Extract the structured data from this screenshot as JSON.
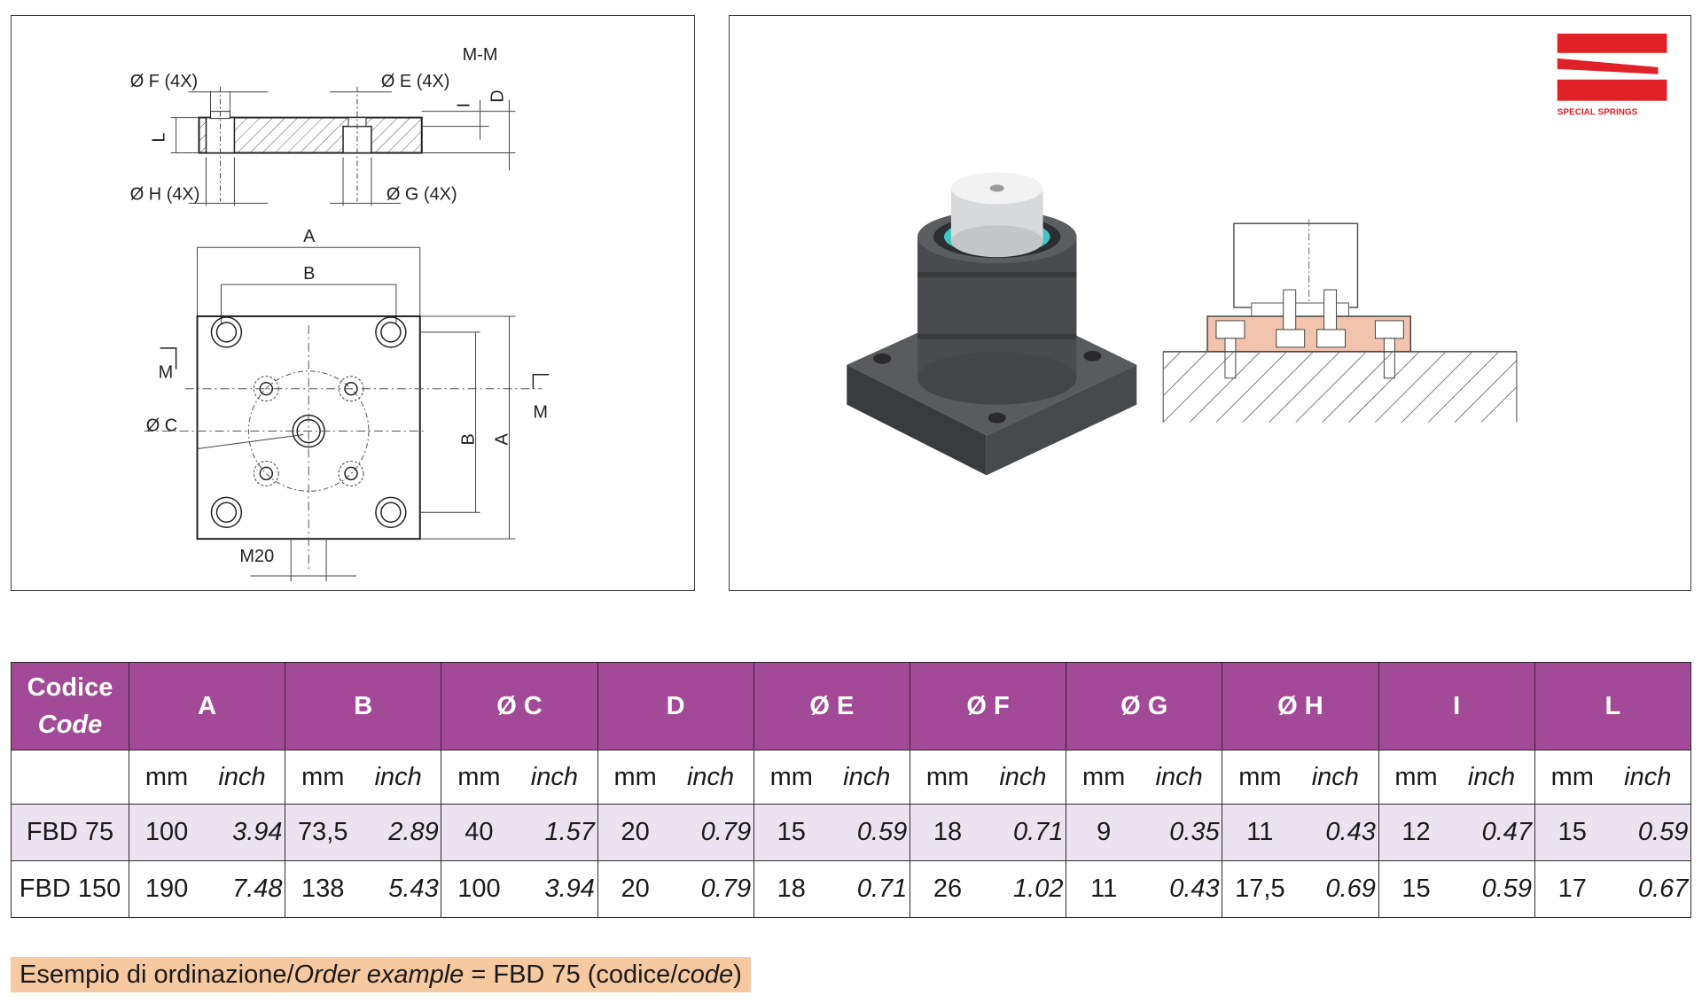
{
  "drawing": {
    "labels": {
      "f": "Ø F (4X)",
      "e": "Ø E (4X)",
      "mm_section": "M-M",
      "d": "D",
      "i": "I",
      "l": "L",
      "h": "Ø H (4X)",
      "g": "Ø G (4X)",
      "a_top": "A",
      "b_top": "B",
      "m_left": "M",
      "m_right": "M",
      "c": "Ø C",
      "b_side": "B",
      "a_side": "A",
      "m20": "M20"
    }
  },
  "logo": {
    "text": "SPECIAL SPRINGS",
    "color": "#e02128"
  },
  "colors": {
    "header_bg": "#a24a97",
    "alt_row_bg": "#ece3f1",
    "order_bg": "#f6c9a1",
    "section_fill": "#f2c4ae"
  },
  "table": {
    "code_header": {
      "it": "Codice",
      "en": "Code"
    },
    "columns": [
      "A",
      "B",
      "Ø C",
      "D",
      "Ø E",
      "Ø F",
      "Ø G",
      "Ø H",
      "I",
      "L"
    ],
    "units": {
      "mm": "mm",
      "inch": "inch"
    },
    "rows": [
      {
        "code": "FBD 75",
        "values": [
          {
            "mm": "100",
            "inch": "3.94"
          },
          {
            "mm": "73,5",
            "inch": "2.89"
          },
          {
            "mm": "40",
            "inch": "1.57"
          },
          {
            "mm": "20",
            "inch": "0.79"
          },
          {
            "mm": "15",
            "inch": "0.59"
          },
          {
            "mm": "18",
            "inch": "0.71"
          },
          {
            "mm": "9",
            "inch": "0.35"
          },
          {
            "mm": "11",
            "inch": "0.43"
          },
          {
            "mm": "12",
            "inch": "0.47"
          },
          {
            "mm": "15",
            "inch": "0.59"
          }
        ]
      },
      {
        "code": "FBD 150",
        "values": [
          {
            "mm": "190",
            "inch": "7.48"
          },
          {
            "mm": "138",
            "inch": "5.43"
          },
          {
            "mm": "100",
            "inch": "3.94"
          },
          {
            "mm": "20",
            "inch": "0.79"
          },
          {
            "mm": "18",
            "inch": "0.71"
          },
          {
            "mm": "26",
            "inch": "1.02"
          },
          {
            "mm": "11",
            "inch": "0.43"
          },
          {
            "mm": "17,5",
            "inch": "0.69"
          },
          {
            "mm": "15",
            "inch": "0.59"
          },
          {
            "mm": "17",
            "inch": "0.67"
          }
        ]
      }
    ]
  },
  "order_example": {
    "prefix": "Esempio di ordinazione/",
    "en": "Order example",
    "middle": " = FBD 75 (codice/",
    "code_it": "code",
    "suffix": ")"
  }
}
